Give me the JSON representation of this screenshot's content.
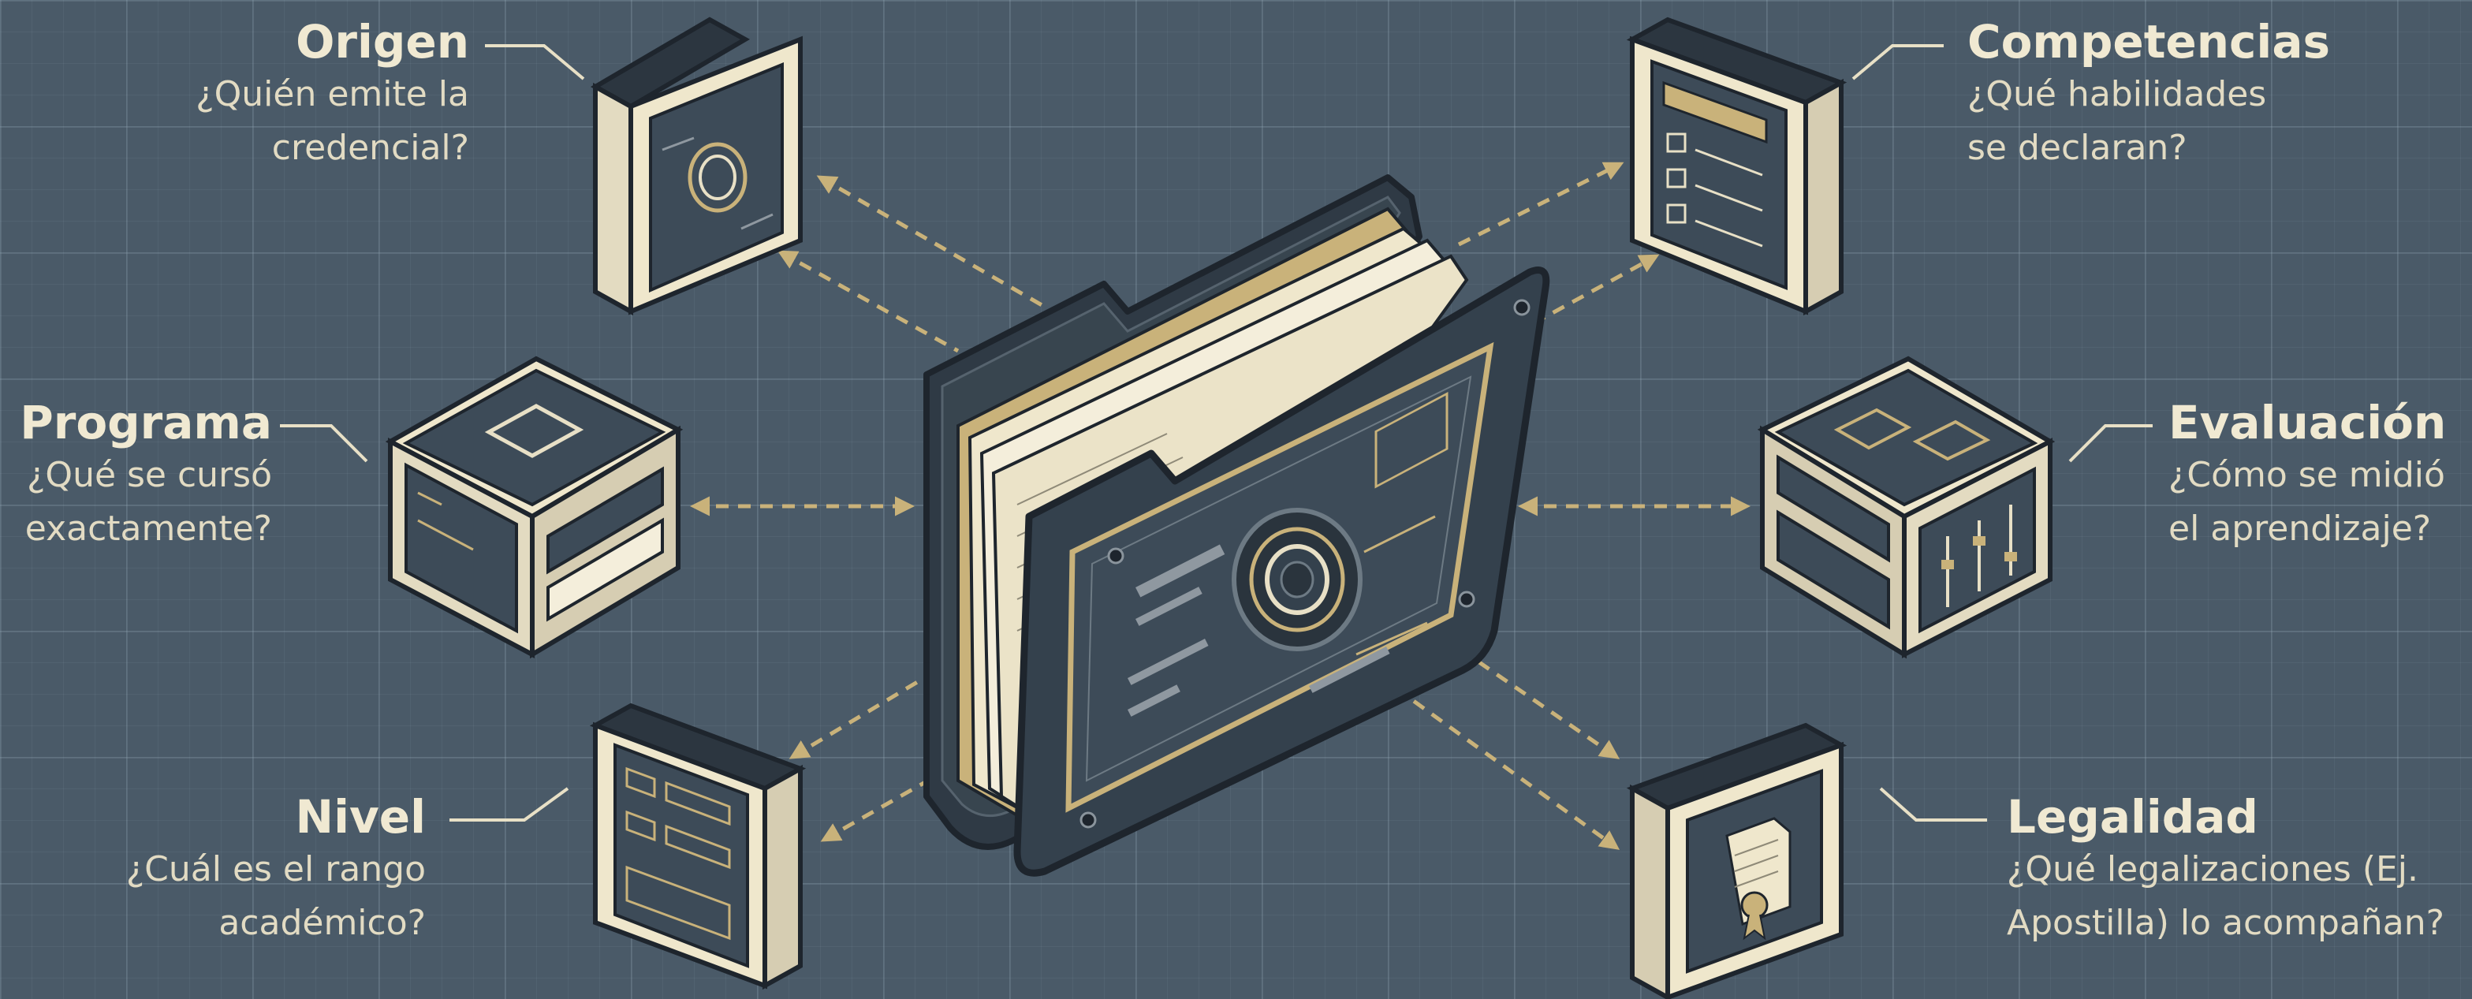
{
  "nodes": {
    "origen": {
      "title": "Origen",
      "question": "¿Quién emite la\ncredencial?"
    },
    "programa": {
      "title": "Programa",
      "question": "¿Qué se cursó\nexactamente?"
    },
    "nivel": {
      "title": "Nivel",
      "question": "¿Cuál es el rango\nacadémico?"
    },
    "competencias": {
      "title": "Competencias",
      "question": "¿Qué habilidades\nse declaran?"
    },
    "evaluacion": {
      "title": "Evaluación",
      "question": "¿Cómo se midió\nel aprendizaje?"
    },
    "legalidad": {
      "title": "Legalidad",
      "question": "¿Qué legalizaciones (Ej.\nApostilla) lo acompañan?"
    }
  },
  "colors": {
    "background": "#4a5a68",
    "cream": "#efe7cc",
    "gold": "#c9b27a",
    "dark": "#2c3640",
    "panel": "#3d4b58"
  }
}
